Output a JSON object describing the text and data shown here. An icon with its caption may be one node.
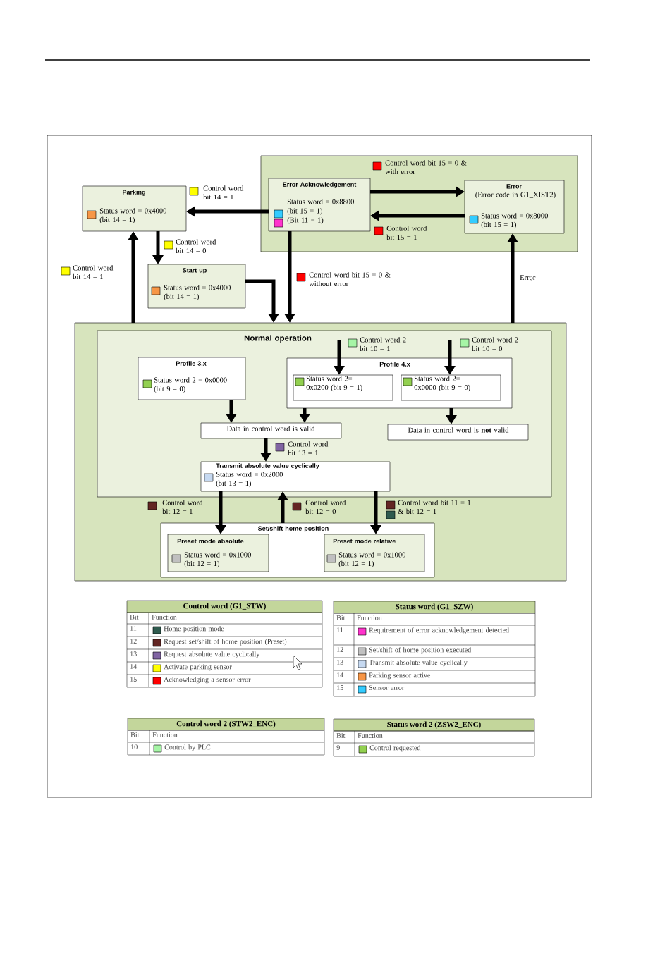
{
  "diagram": {
    "nodes": [
      {
        "text": [],
        "shape": "box"
      },
      {
        "text": [
          "Parking",
          "Status word = 0x4000 (bit 14 = 1)"
        ]
      },
      {
        "text": [
          "Error Acknowledgement",
          "Status word = 0x8800",
          "(bit 15 = 1)",
          "(Bit 11 = 1)"
        ],
        "in": 0
      },
      {
        "text": [
          "Error",
          "(Error code in G1_XIST2)",
          "Status word = 0x8000 (bit 15 = 1)"
        ],
        "in": 0
      },
      {
        "text": [
          "Start up",
          "Status word = 0x4000 (bit 14 = 1)"
        ]
      },
      {
        "text": [],
        "shape": "box"
      },
      {
        "text": [
          "Normal operation"
        ],
        "in": 5
      },
      {
        "text": [
          "Profile 3.x",
          "Status word 2 = 0x0000 (bit 9 = 0)"
        ],
        "in": 6
      },
      {
        "text": [
          "Profile 4.x"
        ],
        "in": 6
      },
      {
        "text": [
          "Status word 2= 0x0200 (bit 9 = 1)"
        ],
        "in": 8
      },
      {
        "text": [
          "Status word 2= 0x0000 (bit 9 = 0)"
        ],
        "in": 8
      },
      {
        "text": [
          "Data in control word is valid"
        ],
        "in": 6
      },
      {
        "text": [
          "Data in control word is **not** valid"
        ],
        "in": 6
      },
      {
        "text": [
          "Transmit absolute value cyclically",
          "Status word = 0x2000 (bit 13 = 1)"
        ],
        "in": 6
      },
      {
        "text": [
          "Set/shift home position"
        ],
        "in": 5
      },
      {
        "text": [
          "Preset mode absolute",
          "Status word = 0x1000 (bit 12 = 1)"
        ],
        "in": 14
      },
      {
        "text": [
          "Preset mode relative",
          "Status word = 0x1000 (bit 12 = 1)"
        ],
        "in": 14
      }
    ],
    "edges": [
      {
        "from": 2,
        "to": 1,
        "arrow": "to",
        "label": "Control word bit 14 = 1"
      },
      {
        "from": 1,
        "to": 4,
        "arrow": "to",
        "label": "Control word bit 14 = 0"
      },
      {
        "from": 5,
        "to": 1,
        "arrow": "to",
        "label": "Control word bit 14 = 1"
      },
      {
        "from": 4,
        "to": 5,
        "arrow": "to"
      },
      {
        "from": 2,
        "to": 5,
        "arrow": "to",
        "label": "Control word bit 15 = 0 & without error"
      },
      {
        "from": 2,
        "to": 3,
        "arrow": "to",
        "label": "Control word bit 15 = 0 & with error"
      },
      {
        "from": 3,
        "to": 2,
        "arrow": "to",
        "label": "Control word bit 15 = 1"
      },
      {
        "from": 5,
        "to": 3,
        "arrow": "to",
        "label": "Error"
      },
      {
        "from": null,
        "to": 9,
        "arrow": "to",
        "label": "Control word 2 bit 10 = 1"
      },
      {
        "from": null,
        "to": 10,
        "arrow": "to",
        "label": "Control word 2 bit 10 = 0"
      },
      {
        "from": 7,
        "to": 11,
        "arrow": "to"
      },
      {
        "from": 8,
        "to": 11,
        "arrow": "to"
      },
      {
        "from": 8,
        "to": 12,
        "arrow": "to"
      },
      {
        "from": 11,
        "to": 13,
        "arrow": "to",
        "label": "Control word bit 13 = 1"
      },
      {
        "from": 13,
        "to": 15,
        "arrow": "to",
        "label": "Control word bit 12 = 1"
      },
      {
        "from": 14,
        "to": 13,
        "arrow": "to",
        "label": "Control word bit 12 = 0"
      },
      {
        "from": 13,
        "to": 16,
        "arrow": "to",
        "label": "Control word bit 11 = 1 & bit 12 = 1"
      }
    ],
    "labels": [
      "Control word (G1_STW)",
      "Bit",
      "Function",
      "11",
      "Home position mode",
      "12",
      "Request set/shift of home position (Preset)",
      "13",
      "Request absolute value cyclically",
      "14",
      "Activate parking sensor",
      "15",
      "Acknowledging a sensor error",
      "Status word (G1_SZW)",
      "Bit",
      "Function",
      "11",
      "Requirement of error acknowledgement detected",
      "12",
      "Set/shift of home position executed",
      "13",
      "Transmit absolute value cyclically",
      "14",
      "Parking sensor active",
      "15",
      "Sensor error",
      "Control word 2 (STW2_ENC)",
      "Bit",
      "Function",
      "10",
      "Control by PLC",
      "Status word 2 (ZSW2_ENC)",
      "Bit",
      "Function",
      "9",
      "Control requested"
    ]
  }
}
